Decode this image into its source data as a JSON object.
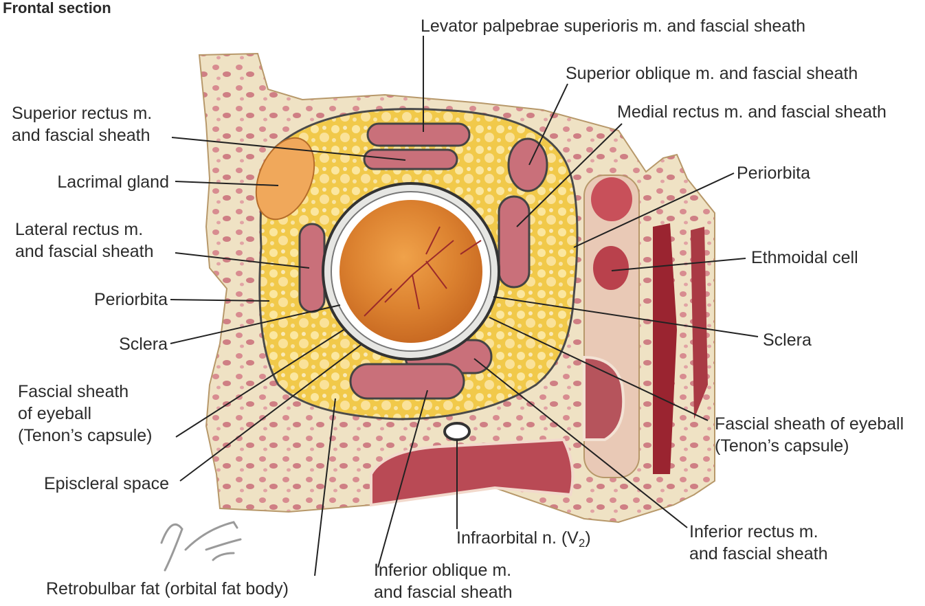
{
  "title": "Frontal section",
  "labels": {
    "levator": "Levator palpebrae superioris m. and fascial sheath",
    "superior_oblique": "Superior oblique m. and fascial sheath",
    "medial_rectus": "Medial rectus m. and fascial sheath",
    "periorbita_right": "Periorbita",
    "ethmoidal_cell": "Ethmoidal cell",
    "sclera_right": "Sclera",
    "fascial_sheath_right_l1": "Fascial sheath of eyeball",
    "fascial_sheath_right_l2": "(Tenon’s capsule)",
    "inferior_rectus_l1": "Inferior rectus m.",
    "inferior_rectus_l2": "and fascial sheath",
    "infraorbital_n": "Infraorbital n. (V",
    "infraorbital_n_sub": "2",
    "infraorbital_n_end": ")",
    "inferior_oblique_l1": "Inferior oblique m.",
    "inferior_oblique_l2": "and fascial sheath",
    "retrobulbar_fat": "Retrobulbar fat (orbital fat body)",
    "episcleral_space": "Episcleral space",
    "fascial_sheath_left_l1": "Fascial sheath",
    "fascial_sheath_left_l2": "of eyeball",
    "fascial_sheath_left_l3": "(Tenon’s capsule)",
    "sclera_left": "Sclera",
    "periorbita_left": "Periorbita",
    "lateral_rectus_l1": "Lateral rectus m.",
    "lateral_rectus_l2": "and fascial sheath",
    "lacrimal_gland": "Lacrimal gland",
    "superior_rectus_l1": "Superior rectus m.",
    "superior_rectus_l2": "and fascial sheath"
  },
  "colors": {
    "bone": "#efe3c6",
    "bone_pore": "#d98a8f",
    "fat": "#f4cf55",
    "fat_light": "#fbe9a4",
    "muscle": "#c9707a",
    "globe": "#e0892f",
    "sclera": "#e6e6e3",
    "lacrimal": "#f0a85b",
    "mucosa": "#a8323c"
  }
}
